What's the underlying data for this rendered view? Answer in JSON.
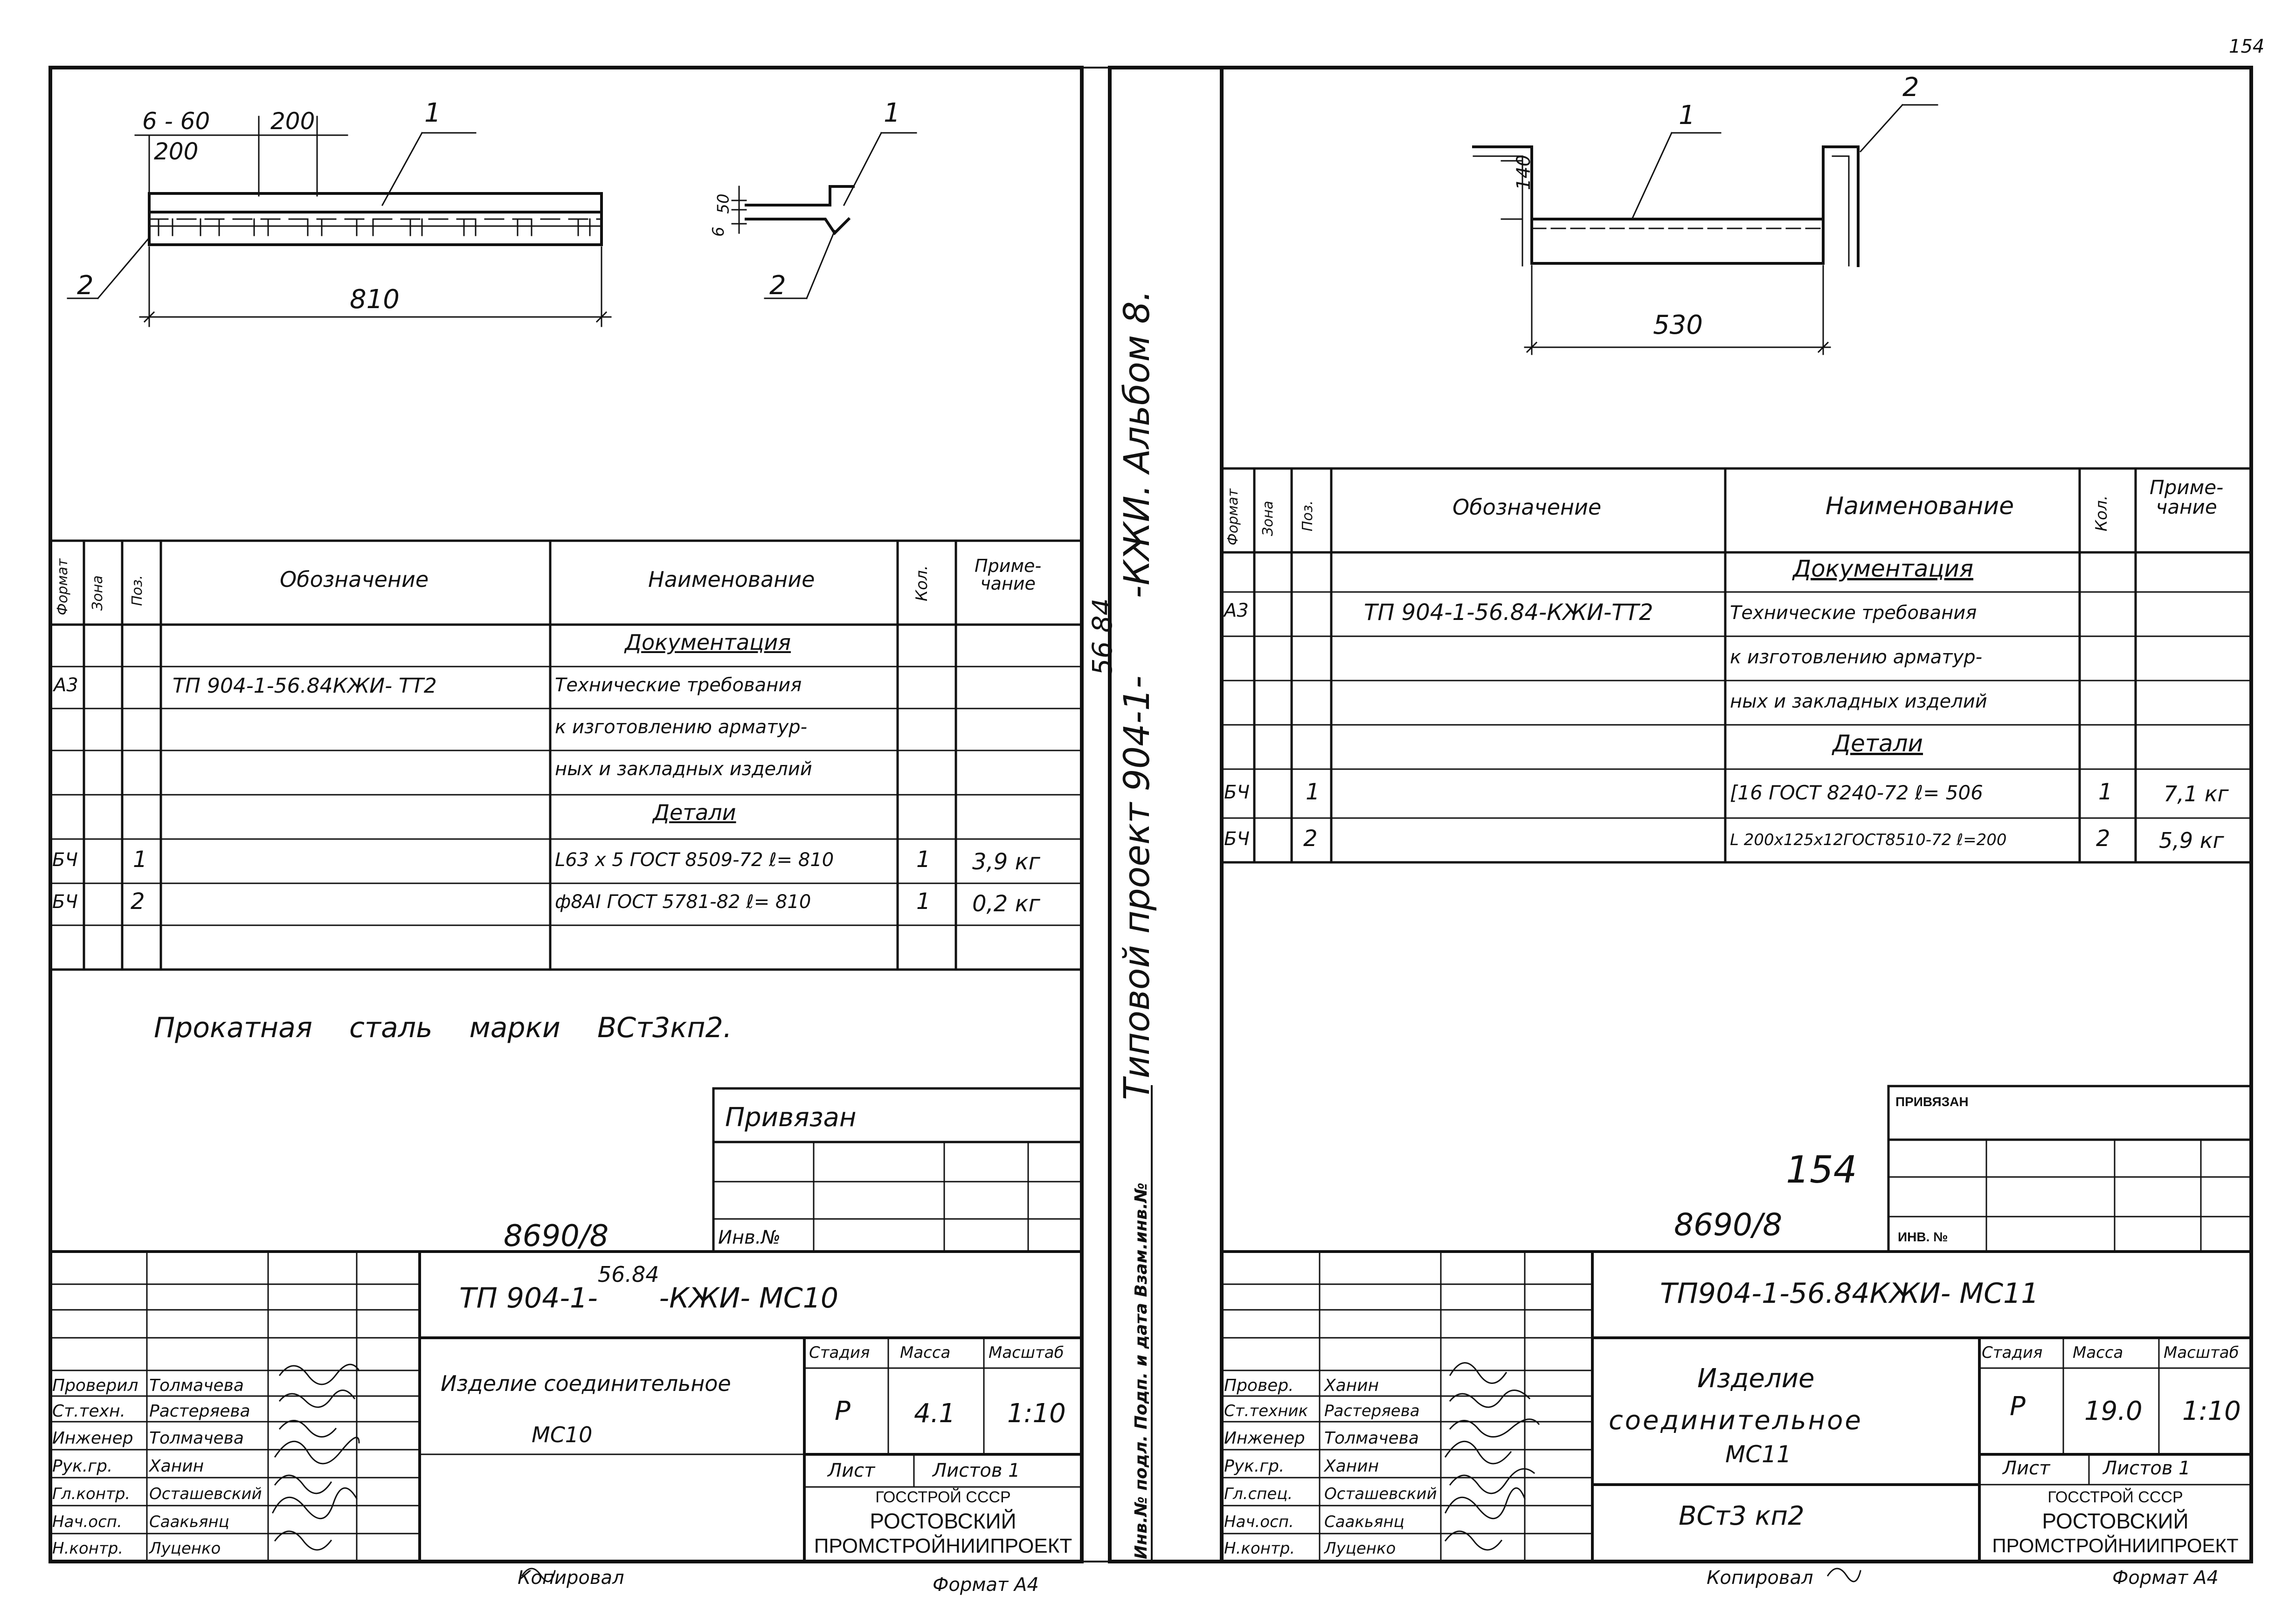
{
  "page_number": "154",
  "left": {
    "dims": {
      "spacing": "6 - 60",
      "spacing_sub": "200",
      "gap": "200",
      "length": "810",
      "sect_h1": "50",
      "sect_h2": "6"
    },
    "callouts": {
      "p1": "1",
      "p2": "2",
      "s1": "1",
      "s2": "2"
    },
    "spec": {
      "headers": {
        "format": "Формат",
        "zone": "Зона",
        "pos": "Поз.",
        "designation": "Обозначение",
        "name": "Наименование",
        "qty": "Кол.",
        "note": "Приме-\nчание"
      },
      "rows": [
        {
          "format": "",
          "pos": "",
          "designation": "",
          "name": "Документация",
          "qty": "",
          "note": ""
        },
        {
          "format": "А3",
          "pos": "",
          "designation": "ТП 904-1-56.84КЖИ- ТТ2",
          "name": "Технические требования",
          "qty": "",
          "note": ""
        },
        {
          "format": "",
          "pos": "",
          "designation": "",
          "name": "к изготовлению арматур-",
          "qty": "",
          "note": ""
        },
        {
          "format": "",
          "pos": "",
          "designation": "",
          "name": "ных и закладных изделий",
          "qty": "",
          "note": ""
        },
        {
          "format": "",
          "pos": "",
          "designation": "",
          "name": "Детали",
          "qty": "",
          "note": ""
        },
        {
          "format": "БЧ",
          "pos": "1",
          "designation": "",
          "name": "L63 х 5 ГОСТ 8509-72 ℓ= 810",
          "qty": "1",
          "note": "3,9 кг"
        },
        {
          "format": "БЧ",
          "pos": "2",
          "designation": "",
          "name": "ф8АI ГОСТ 5781-82 ℓ= 810",
          "qty": "1",
          "note": "0,2 кг"
        },
        {
          "format": "",
          "pos": "",
          "designation": "",
          "name": "",
          "qty": "",
          "note": ""
        }
      ]
    },
    "steel_note": "Прокатная сталь марки ВСт3кп2.",
    "privyazan": "Привязан",
    "inv_label": "Инв.№",
    "number": "8690/8",
    "title": {
      "doc_code_pre": "ТП 904-1-",
      "doc_code_sup": "56.84",
      "doc_code_post": "-КЖИ- МС10",
      "item_name_1": "Изделие соединительное",
      "item_name_2": "МС10",
      "stage_label": "Стадия",
      "mass_label": "Масса",
      "scale_label": "Масштаб",
      "stage": "Р",
      "mass": "4.1",
      "scale": "1:10",
      "sheet_label": "Лист",
      "sheets_label": "Листов 1",
      "org_1": "ГОССТРОЙ СССР",
      "org_2": "РОСТОВСКИЙ",
      "org_3": "ПРОМСТРОЙНИИПРОЕКТ",
      "roles": [
        {
          "role": "Проверил",
          "name": "Толмачева"
        },
        {
          "role": "Ст.техн.",
          "name": "Растеряева"
        },
        {
          "role": "Инженер",
          "name": "Толмачева"
        },
        {
          "role": "Рук.гр.",
          "name": "Ханин"
        },
        {
          "role": "Гл.контр.",
          "name": "Осташевский"
        },
        {
          "role": "Нач.осп.",
          "name": "Саакьянц"
        },
        {
          "role": "Н.контр.",
          "name": "Луценко"
        }
      ]
    },
    "copied": "Копировал",
    "format": "Формат А4"
  },
  "divider": {
    "album": "Типовой проект 904-1-",
    "album_sup": "56.84",
    "album_post": "-КЖИ. Альбом 8.",
    "stamp": "Инв.№ подл. Подп. и дата Взам.инв.№"
  },
  "right": {
    "dims": {
      "height": "140",
      "length": "530"
    },
    "callouts": {
      "p1": "1",
      "p2": "2"
    },
    "spec": {
      "headers": {
        "format": "Формат",
        "zone": "Зона",
        "pos": "Поз.",
        "designation": "Обозначение",
        "name": "Наименование",
        "qty": "Кол.",
        "note": "Приме-\nчание"
      },
      "rows": [
        {
          "format": "",
          "pos": "",
          "designation": "",
          "name": "Документация",
          "qty": "",
          "note": ""
        },
        {
          "format": "А3",
          "pos": "",
          "designation": "ТП 904-1-56.84-КЖИ-ТТ2",
          "name": "Технические требования",
          "qty": "",
          "note": ""
        },
        {
          "format": "",
          "pos": "",
          "designation": "",
          "name": "к изготовлению арматур-",
          "qty": "",
          "note": ""
        },
        {
          "format": "",
          "pos": "",
          "designation": "",
          "name": "ных и закладных изделий",
          "qty": "",
          "note": ""
        },
        {
          "format": "",
          "pos": "",
          "designation": "",
          "name": "Детали",
          "qty": "",
          "note": ""
        },
        {
          "format": "БЧ",
          "pos": "1",
          "designation": "",
          "name": "[16 ГОСТ 8240-72 ℓ= 506",
          "qty": "1",
          "note": "7,1 кг"
        },
        {
          "format": "БЧ",
          "pos": "2",
          "designation": "",
          "name": "L 200х125х12ГОСТ8510-72 ℓ=200",
          "qty": "2",
          "note": "5,9 кг"
        }
      ]
    },
    "privyazan": "ПРИВЯЗАН",
    "inv_label": "ИНВ. №",
    "handwritten_page": "154",
    "number": "8690/8",
    "title": {
      "doc_code": "ТП904-1-56.84КЖИ- МС11",
      "item_name_1": "Изделие",
      "item_name_2": "соединительное",
      "item_name_3": "МС11",
      "material": "ВСт3 кп2",
      "stage_label": "Стадия",
      "mass_label": "Масса",
      "scale_label": "Масштаб",
      "stage": "Р",
      "mass": "19.0",
      "scale": "1:10",
      "sheet_label": "Лист",
      "sheets_label": "Листов 1",
      "org_1": "ГОССТРОЙ СССР",
      "org_2": "РОСТОВСКИЙ",
      "org_3": "ПРОМСТРОЙНИИПРОЕКТ",
      "roles": [
        {
          "role": "Провер.",
          "name": "Ханин"
        },
        {
          "role": "Ст.техник",
          "name": "Растеряева"
        },
        {
          "role": "Инженер",
          "name": "Толмачева"
        },
        {
          "role": "Рук.гр.",
          "name": "Ханин"
        },
        {
          "role": "Гл.спец.",
          "name": "Осташевский"
        },
        {
          "role": "Нач.осп.",
          "name": "Саакьянц"
        },
        {
          "role": "Н.контр.",
          "name": "Луценко"
        }
      ]
    },
    "copied": "Копировал",
    "format": "Формат А4"
  }
}
